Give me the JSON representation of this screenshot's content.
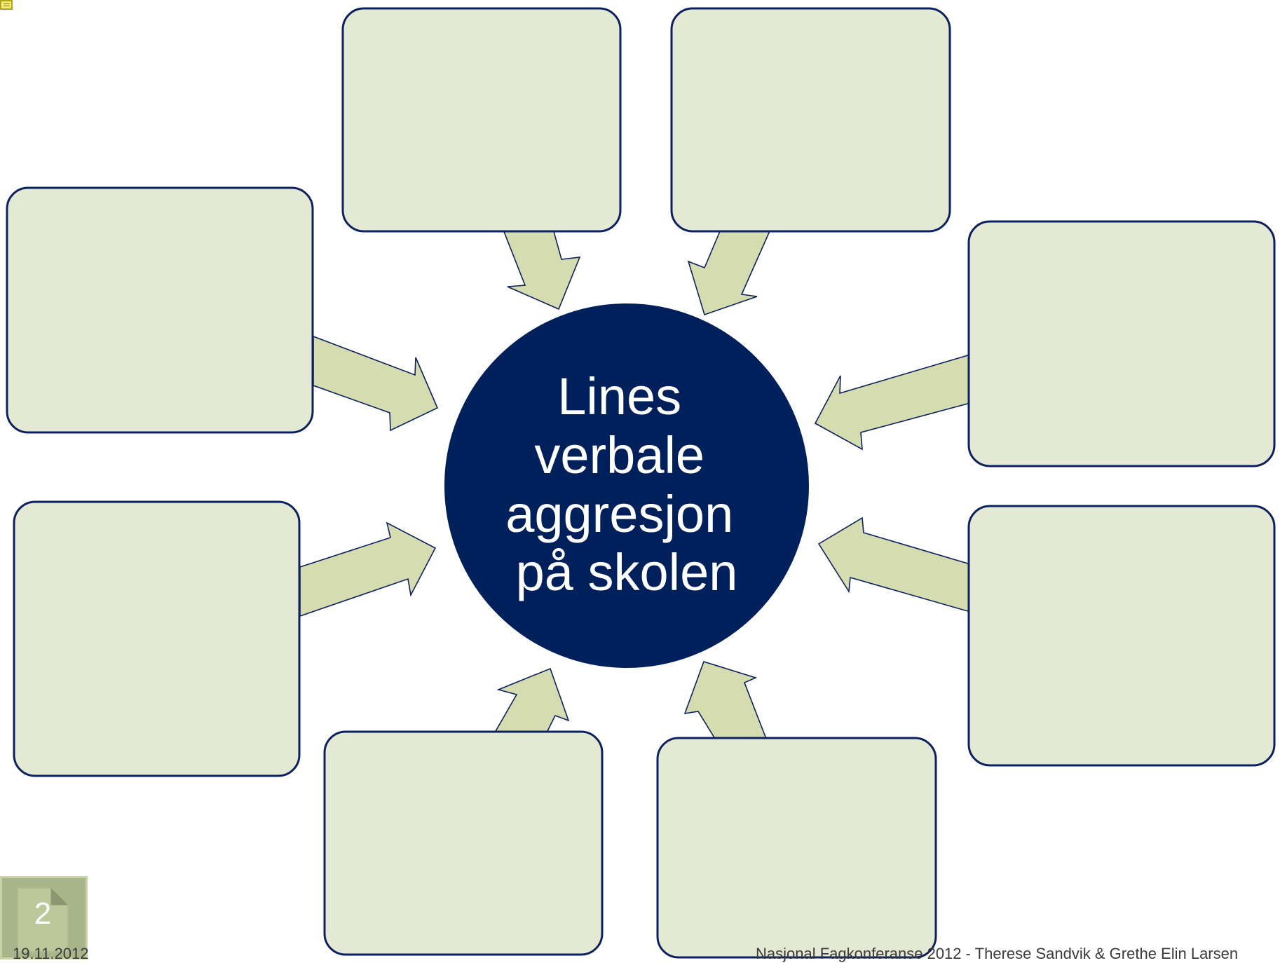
{
  "diagram": {
    "center_lines": [
      "Lines",
      "verbale",
      "aggresjon",
      "på skolen"
    ],
    "boxes": [
      "",
      "",
      "",
      "",
      "",
      "",
      "",
      ""
    ]
  },
  "footer": {
    "date": "19.11.2012",
    "credit": "Nasjonal Fagkonferanse 2012 - Therese Sandvik & Grethe Elin Larsen",
    "slide_number": "2"
  },
  "colors": {
    "hub": "#00205b",
    "box_fill": "#e4e9d3",
    "arrow_fill": "#d4dcb0",
    "outline": "#0d2160"
  }
}
